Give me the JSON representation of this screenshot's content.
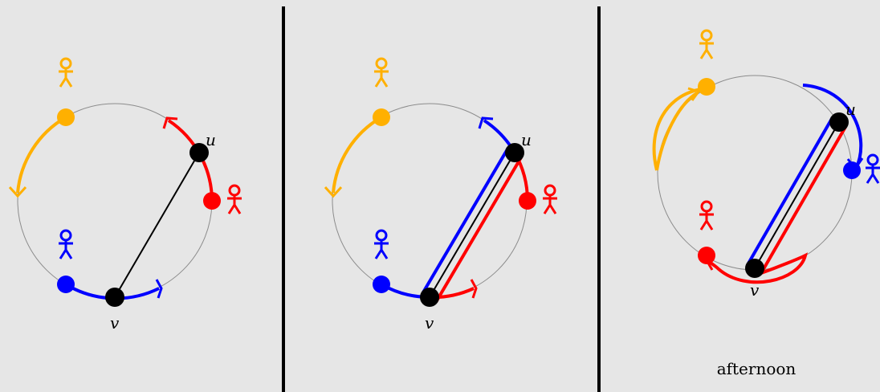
{
  "panels": [
    {
      "id": "panel-1",
      "caption": ""
    },
    {
      "id": "panel-2",
      "caption": ""
    },
    {
      "id": "panel-3",
      "caption": "afternoon"
    }
  ],
  "vertex_labels": {
    "u": "u",
    "v": "v"
  },
  "colors": {
    "background": "#e6e6e6",
    "circle": "#8c8c8c",
    "chord": "#000000",
    "divider": "#000000",
    "orange": "#ffb000",
    "red": "#ff0000",
    "blue": "#0000ff",
    "black": "#000000"
  },
  "icons": [
    "person-icon",
    "arrow-head-icon"
  ]
}
